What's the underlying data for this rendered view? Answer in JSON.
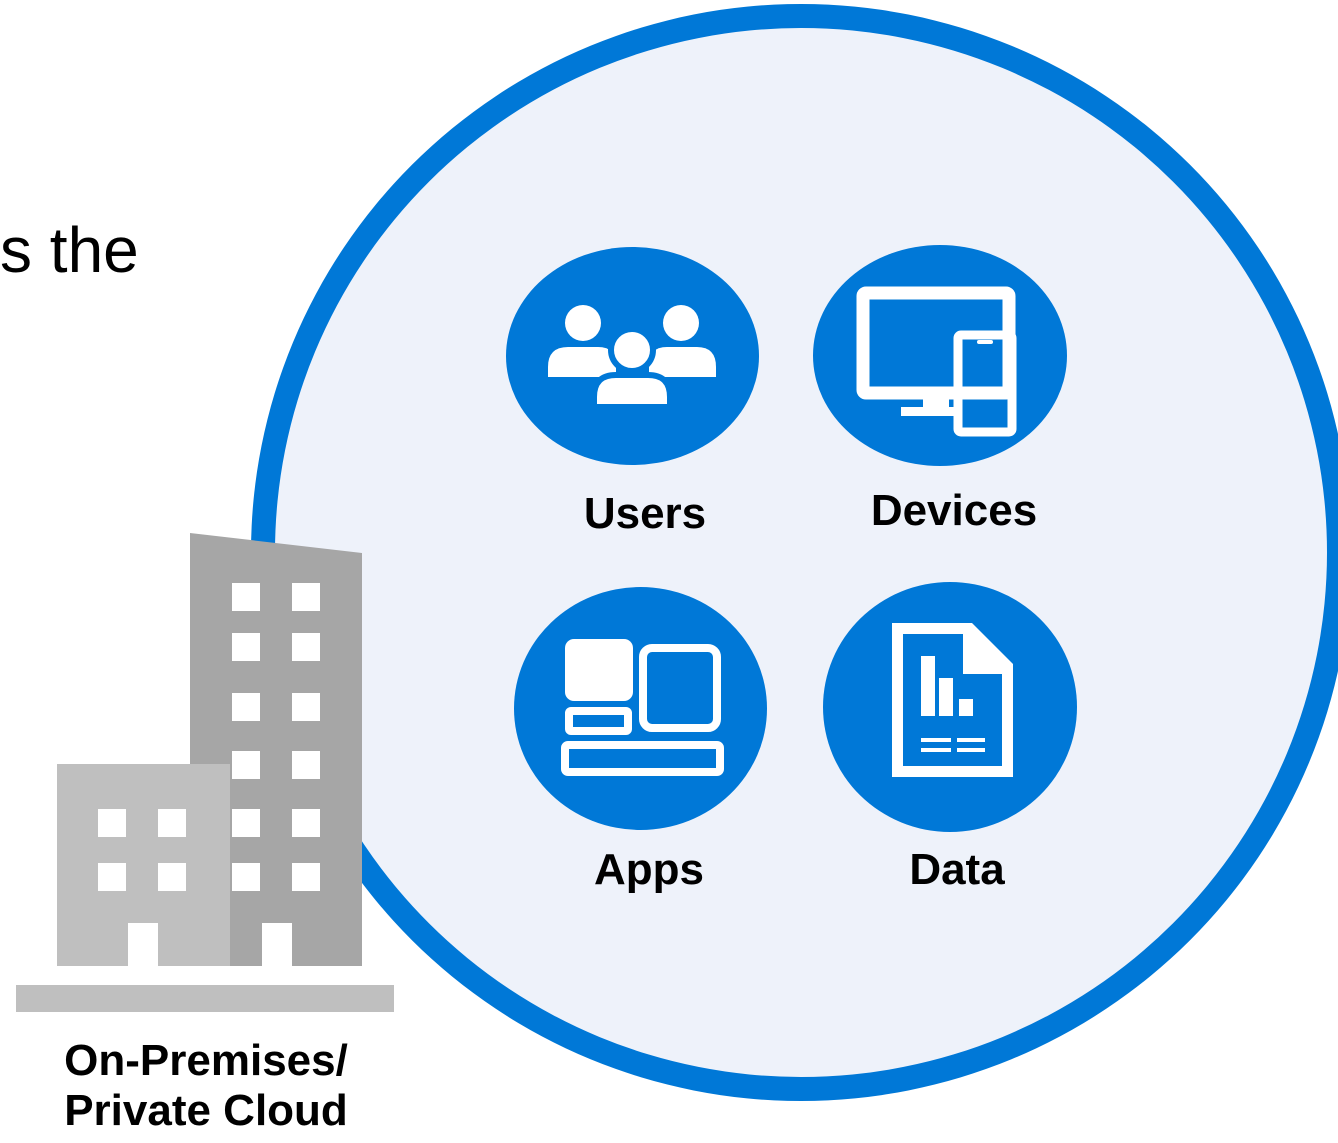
{
  "text_fragment": "s the",
  "categories": [
    {
      "key": "users",
      "label": "Users",
      "icon": "users-icon"
    },
    {
      "key": "devices",
      "label": "Devices",
      "icon": "devices-icon"
    },
    {
      "key": "apps",
      "label": "Apps",
      "icon": "apps-icon"
    },
    {
      "key": "data",
      "label": "Data",
      "icon": "data-report-icon"
    }
  ],
  "building": {
    "icon": "office-building-icon",
    "caption_line1": "On-Premises/",
    "caption_line2": "Private Cloud"
  },
  "colors": {
    "accent": "#0078d7",
    "circle_fill": "#eef2fa",
    "building_dark": "#a6a6a6",
    "building_light": "#bfbfbf",
    "text": "#000000"
  }
}
